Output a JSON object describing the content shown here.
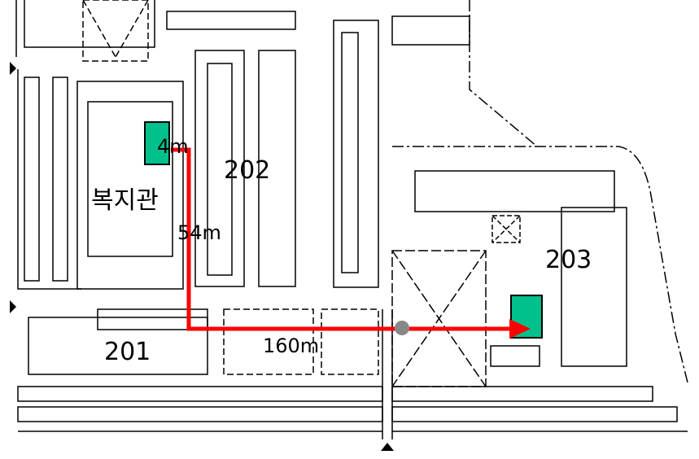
{
  "buildings": {
    "b201": "201",
    "b202": "202",
    "b203": "203",
    "welfare": "복지관"
  },
  "distances": {
    "d1": "4m",
    "d2": "54m",
    "d3": "160m"
  },
  "colors": {
    "route": "#ff0000",
    "marker_fill": "#00c08b",
    "waypoint": "#888888",
    "line": "#000000"
  }
}
